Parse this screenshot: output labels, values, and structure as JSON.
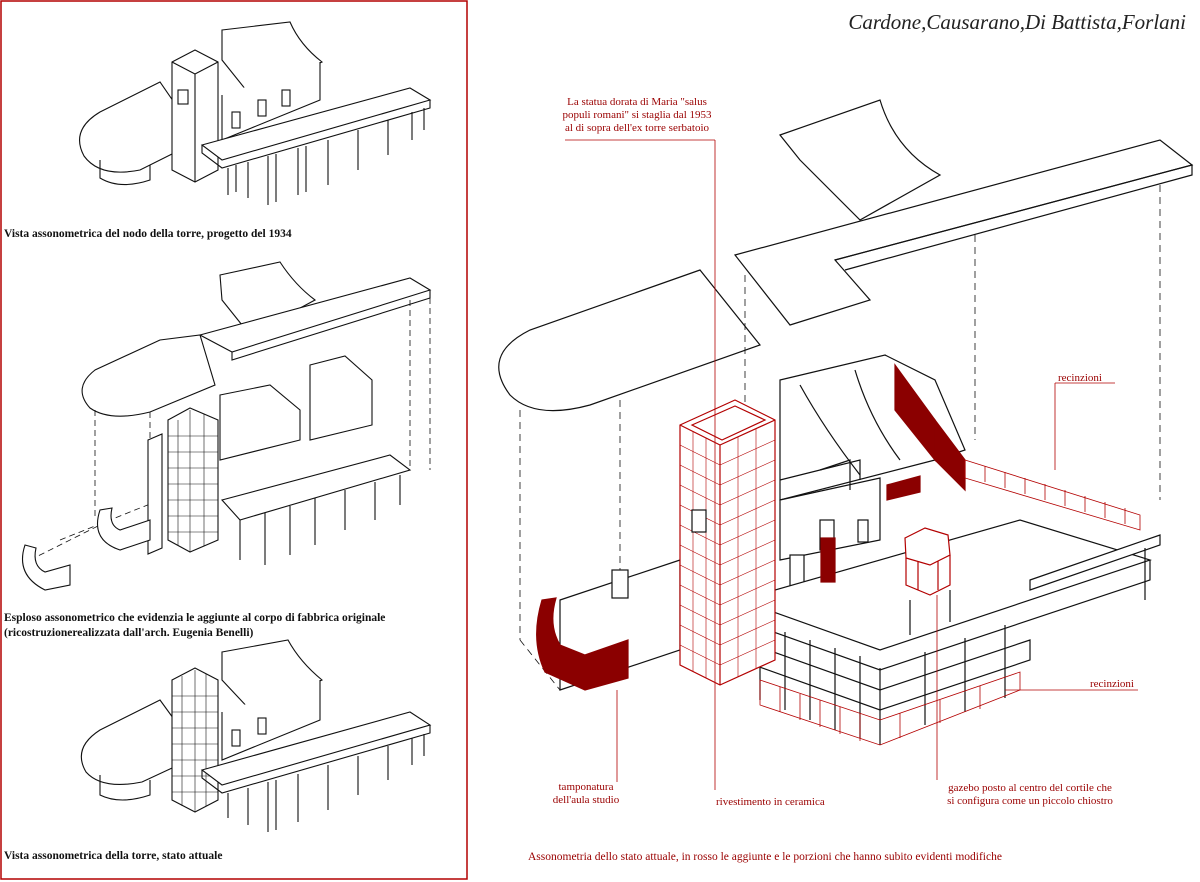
{
  "author": "Cardone,Causarano,Di Battista,Forlani",
  "left_panel": {
    "caption_1": "Vista assonometrica del nodo della torre, progetto del 1934",
    "caption_2_line1": "Esploso assonometrico che evidenzia le aggiunte al corpo di fabbrica originale",
    "caption_2_line2": "(ricostruzionerealizzata dall'arch. Eugenia Benelli)",
    "caption_3": "Vista assonometrica della torre, stato attuale"
  },
  "main": {
    "annotation_statue_l1": "La statua dorata di Maria \"salus",
    "annotation_statue_l2": "populi romani\" si staglia dal 1953",
    "annotation_statue_l3": "al di sopra dell'ex torre serbatoio",
    "annotation_fence_top": "recinzioni",
    "annotation_fence_bottom": "recinzioni",
    "annotation_infill_l1": "tamponatura",
    "annotation_infill_l2": "dell'aula studio",
    "annotation_ceramic": "rivestimento in ceramica",
    "annotation_gazebo_l1": "gazebo posto al centro del cortile che",
    "annotation_gazebo_l2": "si configura come un piccolo chiostro",
    "caption": "Assonometria dello stato attuale, in rosso le aggiunte e le porzioni che hanno subito evidenti modifiche"
  },
  "colors": {
    "line": "#111111",
    "red_line": "#b30000",
    "red_fill": "#8b0000",
    "frame": "#b30000"
  }
}
